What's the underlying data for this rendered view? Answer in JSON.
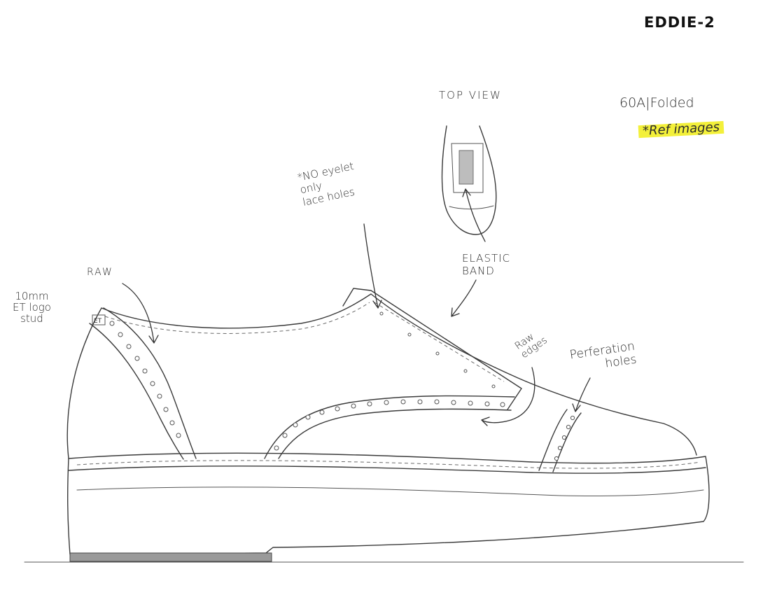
{
  "sheet": {
    "title": "EDDIE-2",
    "material": "60A|Folded",
    "reference_note": "*Ref images",
    "highlight_color": "#f3f03a"
  },
  "callouts": {
    "top_view": "TOP VIEW",
    "eyelet": "*NO eyelet\nonly\nlace holes",
    "raw": "RAW",
    "logo_stud": "10mm\nET logo\nstud",
    "logo_mark": "ET",
    "elastic_band": "ELASTIC\nBAND",
    "raw_edges": "Raw\nedges",
    "perforation": "Perferation\nholes"
  }
}
